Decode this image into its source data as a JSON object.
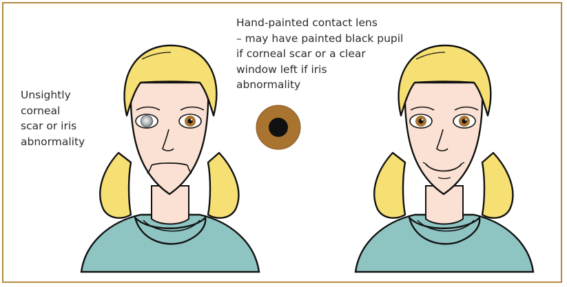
{
  "captions": {
    "left_lines": [
      "Unsightly",
      "corneal",
      "scar or iris",
      "abnormality"
    ],
    "top_lines": [
      "Hand-painted contact lens",
      "– may have painted black pupil",
      "if corneal scar or a clear",
      "window left if iris",
      "abnormality"
    ]
  },
  "colors": {
    "border": "#b5893d",
    "hair": "#f6df73",
    "skin": "#fbe1d3",
    "shirt": "#8ec4c2",
    "iris_brown": "#a9742f",
    "scarred_eye": "#9ea3a3",
    "pupil": "#111111"
  }
}
